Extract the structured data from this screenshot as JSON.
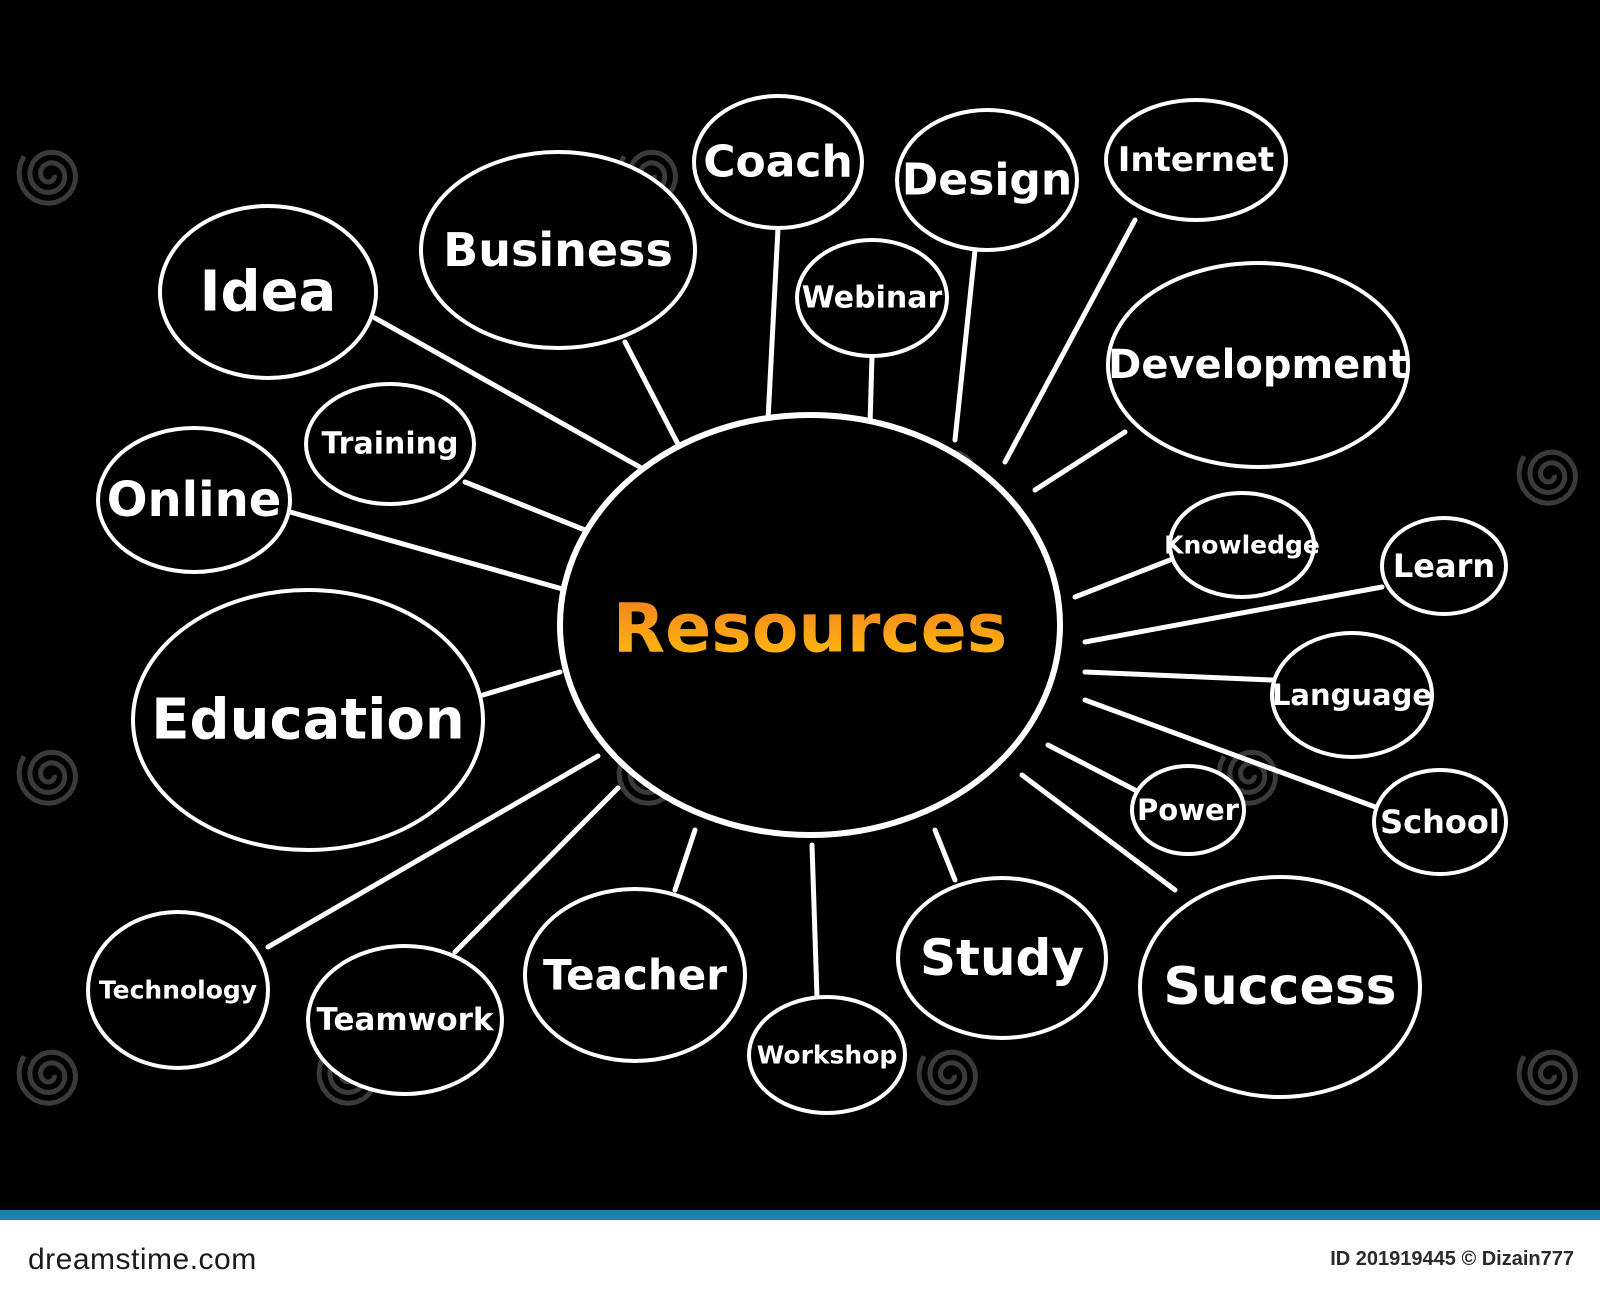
{
  "diagram": {
    "center": {
      "id": "resources",
      "label": "Resources",
      "color_top": "#f47b20",
      "color_bottom": "#ffc20e"
    },
    "nodes": [
      {
        "id": "idea",
        "label": "Idea"
      },
      {
        "id": "business",
        "label": "Business"
      },
      {
        "id": "coach",
        "label": "Coach"
      },
      {
        "id": "design",
        "label": "Design"
      },
      {
        "id": "internet",
        "label": "Internet"
      },
      {
        "id": "webinar",
        "label": "Webinar"
      },
      {
        "id": "development",
        "label": "Development"
      },
      {
        "id": "training",
        "label": "Training"
      },
      {
        "id": "online",
        "label": "Online"
      },
      {
        "id": "knowledge",
        "label": "Knowledge"
      },
      {
        "id": "learn",
        "label": "Learn"
      },
      {
        "id": "education",
        "label": "Education"
      },
      {
        "id": "language",
        "label": "Language"
      },
      {
        "id": "power",
        "label": "Power"
      },
      {
        "id": "school",
        "label": "School"
      },
      {
        "id": "technology",
        "label": "Technology"
      },
      {
        "id": "teamwork",
        "label": "Teamwork"
      },
      {
        "id": "teacher",
        "label": "Teacher"
      },
      {
        "id": "workshop",
        "label": "Workshop"
      },
      {
        "id": "study",
        "label": "Study"
      },
      {
        "id": "success",
        "label": "Success"
      }
    ],
    "colors": {
      "background": "#000000",
      "line": "#ffffff",
      "text": "#ffffff"
    }
  },
  "footer": {
    "brand": "dreamstime.com",
    "credit": "ID 201919445 © Dizain777",
    "accent": "#1e7fb0"
  }
}
